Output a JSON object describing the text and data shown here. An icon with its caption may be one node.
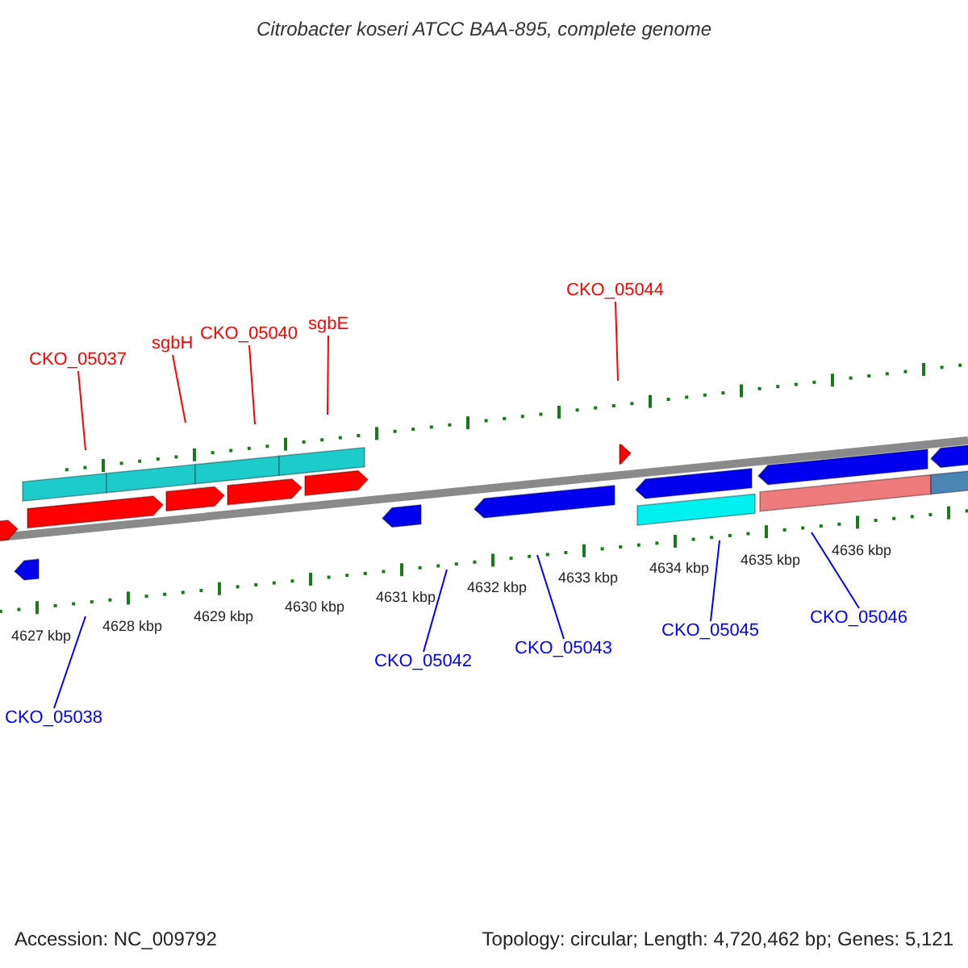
{
  "diagram": {
    "title": "Citrobacter koseri ATCC BAA-895, complete genome",
    "nodes": [
      {
        "text": [
          "CKO_05037"
        ]
      },
      {
        "text": [
          "sgbH"
        ]
      },
      {
        "text": [
          "CKO_05040"
        ]
      },
      {
        "text": [
          "sgbE"
        ]
      },
      {
        "text": [
          "CKO_05044"
        ]
      },
      {
        "text": [
          "CKO_05038"
        ]
      },
      {
        "text": [
          "CKO_05042"
        ]
      },
      {
        "text": [
          "CKO_05043"
        ]
      },
      {
        "text": [
          "CKO_05045"
        ]
      },
      {
        "text": [
          "CKO_05046"
        ]
      }
    ],
    "edges": [
      {
        "from": 0,
        "to": null,
        "arrow": "none",
        "color": "#ff0000"
      },
      {
        "from": 1,
        "to": null,
        "arrow": "none",
        "color": "#ff0000"
      },
      {
        "from": 2,
        "to": null,
        "arrow": "none",
        "color": "#ff0000"
      },
      {
        "from": 3,
        "to": null,
        "arrow": "none",
        "color": "#ff0000"
      },
      {
        "from": 4,
        "to": null,
        "arrow": "none",
        "color": "#ff0000"
      },
      {
        "from": 5,
        "to": null,
        "arrow": "none",
        "color": "#0000ff"
      },
      {
        "from": 6,
        "to": null,
        "arrow": "none",
        "color": "#0000ff"
      },
      {
        "from": 7,
        "to": null,
        "arrow": "none",
        "color": "#0000ff"
      },
      {
        "from": 8,
        "to": null,
        "arrow": "none",
        "color": "#0000ff"
      },
      {
        "from": 9,
        "to": null,
        "arrow": "none",
        "color": "#0000ff"
      }
    ],
    "labels": [
      "4627 kbp",
      "4628 kbp",
      "4629 kbp",
      "4630 kbp",
      "4631 kbp",
      "4632 kbp",
      "4633 kbp",
      "4634 kbp",
      "4635 kbp",
      "4636 kbp",
      "Accession: NC_009792",
      "Topology: circular; Length: 4,720,462 bp; Genes: 5,121"
    ]
  }
}
